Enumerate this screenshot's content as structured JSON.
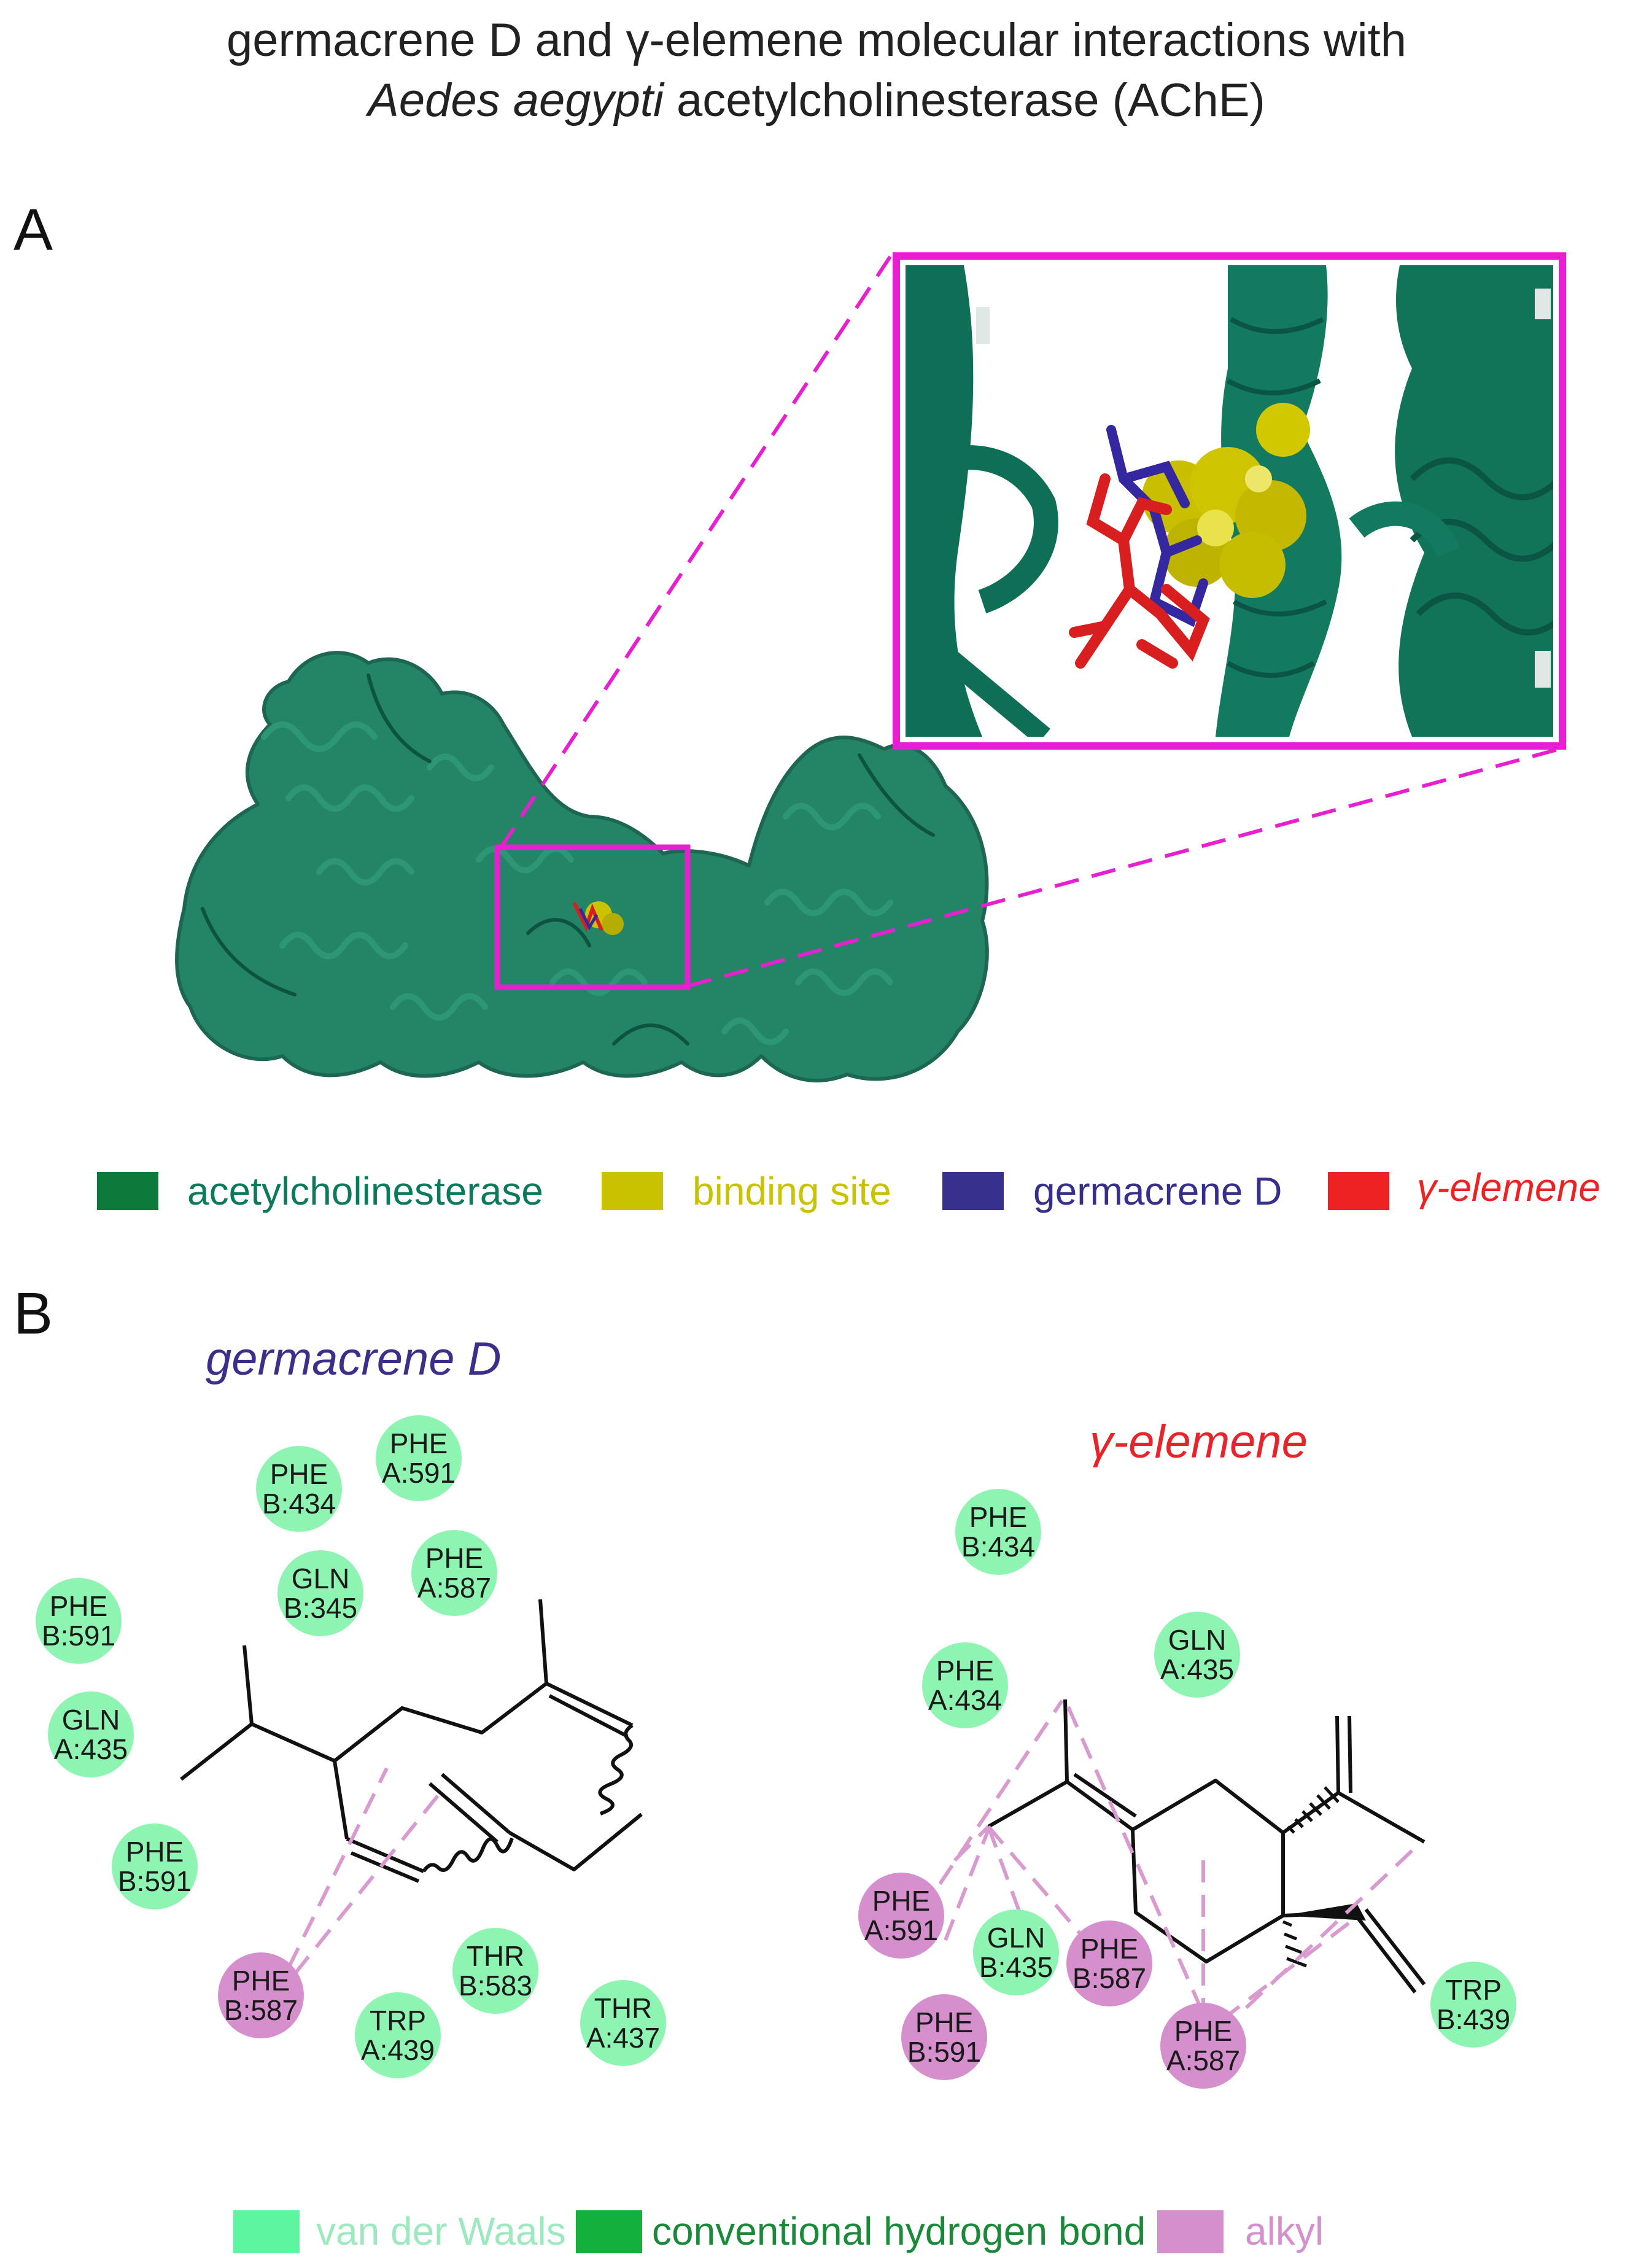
{
  "title": {
    "line1_pre": "germacrene D and ",
    "line1_gamma": "γ",
    "line1_post": "-elemene molecular interactions with",
    "line2_italic": "Aedes aegypti",
    "line2_rest": " acetylcholinesterase (AChE)"
  },
  "panels": {
    "a": "A",
    "b": "B"
  },
  "legend_a": [
    {
      "label": "acetylcholinesterase",
      "color": "#0b7a3b",
      "text_color": "#0b7a5a"
    },
    {
      "label": "binding site",
      "color": "#c8c200",
      "text_color": "#c8c200"
    },
    {
      "label": "germacrene D",
      "color": "#362f8c",
      "text_color": "#362f8c"
    },
    {
      "label": "γ-elemene",
      "color": "#ee2222",
      "text_color": "#ee2222"
    }
  ],
  "molecules": {
    "germacrene": {
      "name": "germacrene D",
      "color": "#3b2f8a",
      "residues": [
        {
          "res": "PHE",
          "id": "A:591",
          "type": "vdw"
        },
        {
          "res": "PHE",
          "id": "B:434",
          "type": "vdw"
        },
        {
          "res": "GLN",
          "id": "B:345",
          "type": "vdw"
        },
        {
          "res": "PHE",
          "id": "A:587",
          "type": "vdw"
        },
        {
          "res": "PHE",
          "id": "B:591",
          "type": "vdw"
        },
        {
          "res": "GLN",
          "id": "A:435",
          "type": "vdw"
        },
        {
          "res": "PHE",
          "id": "B:591",
          "type": "vdw"
        },
        {
          "res": "PHE",
          "id": "B:587",
          "type": "alkyl"
        },
        {
          "res": "THR",
          "id": "B:583",
          "type": "vdw"
        },
        {
          "res": "TRP",
          "id": "A:439",
          "type": "vdw"
        },
        {
          "res": "THR",
          "id": "A:437",
          "type": "vdw"
        }
      ]
    },
    "elemene": {
      "name": "γ-elemene",
      "color": "#e8232a",
      "residues": [
        {
          "res": "PHE",
          "id": "B:434",
          "type": "vdw"
        },
        {
          "res": "PHE",
          "id": "A:434",
          "type": "vdw"
        },
        {
          "res": "GLN",
          "id": "A:435",
          "type": "vdw"
        },
        {
          "res": "PHE",
          "id": "A:591",
          "type": "alkyl"
        },
        {
          "res": "GLN",
          "id": "B:435",
          "type": "vdw"
        },
        {
          "res": "PHE",
          "id": "B:587",
          "type": "alkyl"
        },
        {
          "res": "PHE",
          "id": "B:591",
          "type": "alkyl"
        },
        {
          "res": "PHE",
          "id": "A:587",
          "type": "alkyl"
        },
        {
          "res": "TRP",
          "id": "B:439",
          "type": "vdw"
        }
      ]
    }
  },
  "legend_b": [
    {
      "label": "van der Waals",
      "color": "#5ef5a0",
      "text_color": "#9ee8c0"
    },
    {
      "label": "conventional hydrogen bond",
      "color": "#14b03c",
      "text_color": "#1a8a3a"
    },
    {
      "label": "alkyl",
      "color": "#d48fcc",
      "text_color": "#d48fcc"
    }
  ],
  "colors": {
    "protein": "#0e6e55",
    "protein_light": "#2f9a78",
    "highlight_box": "#e81fd0",
    "binding_site": "#cbc300",
    "germacrene": "#3427a0",
    "elemene": "#d81e1e",
    "alkyl_line": "#d99ad0"
  }
}
